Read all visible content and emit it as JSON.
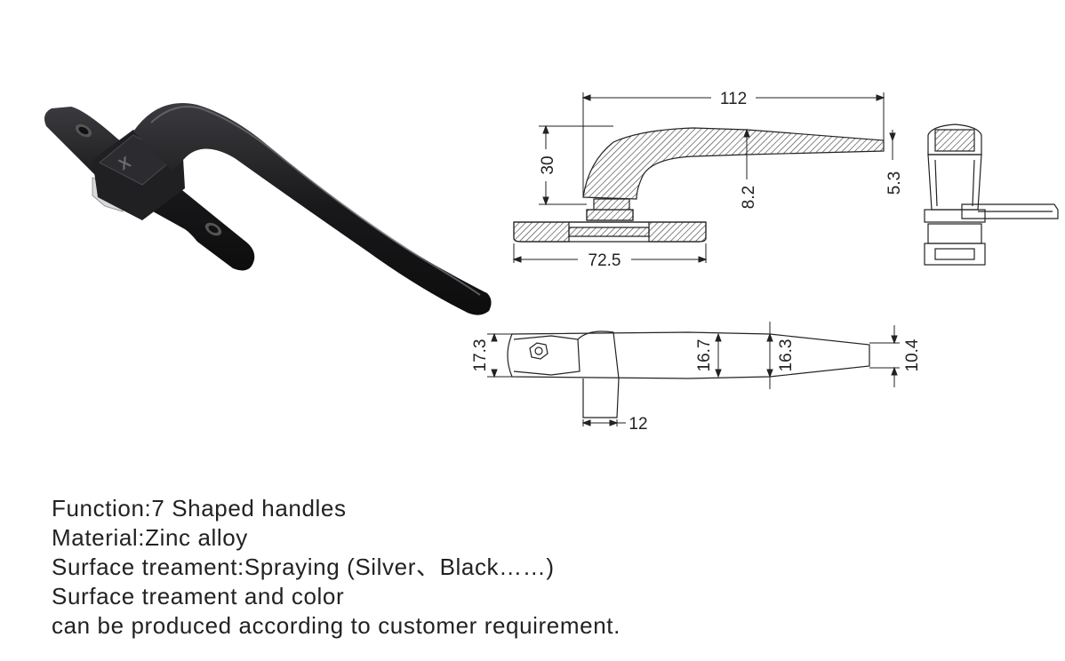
{
  "dimensions": {
    "overall_length": "112",
    "height": "30",
    "neck_height": "8.2",
    "tip_thickness": "5.3",
    "base_length": "72.5",
    "base_width": "17.3",
    "handle_width_root": "16.7",
    "handle_width_mid": "16.3",
    "tip_width": "10.4",
    "spindle_width": "12"
  },
  "specs": {
    "line1": "Function:7 Shaped handles",
    "line2": "Material:Zinc alloy",
    "line3": "Surface treament:Spraying (Silver、Black……)",
    "line4": "Surface treament and color",
    "line5": "can be produced according to customer requirement."
  },
  "colors": {
    "handle": "#1b1b1d",
    "drawing_line": "#222222"
  }
}
